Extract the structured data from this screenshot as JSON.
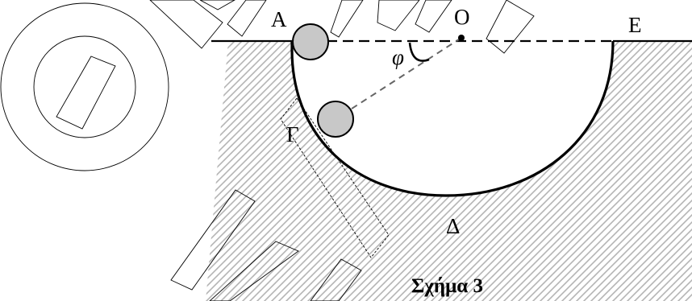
{
  "labels": {
    "point_a": "A",
    "point_o": "Ο",
    "point_e": "E",
    "angle_phi": "φ",
    "point_gamma": "Γ",
    "point_delta": "Δ"
  },
  "caption": "Σχήμα 3",
  "colors": {
    "ball_fill": "#c8c8c8",
    "hatch": "#b4b4b4",
    "line": "#000000",
    "dashed_radius": "#666666"
  }
}
